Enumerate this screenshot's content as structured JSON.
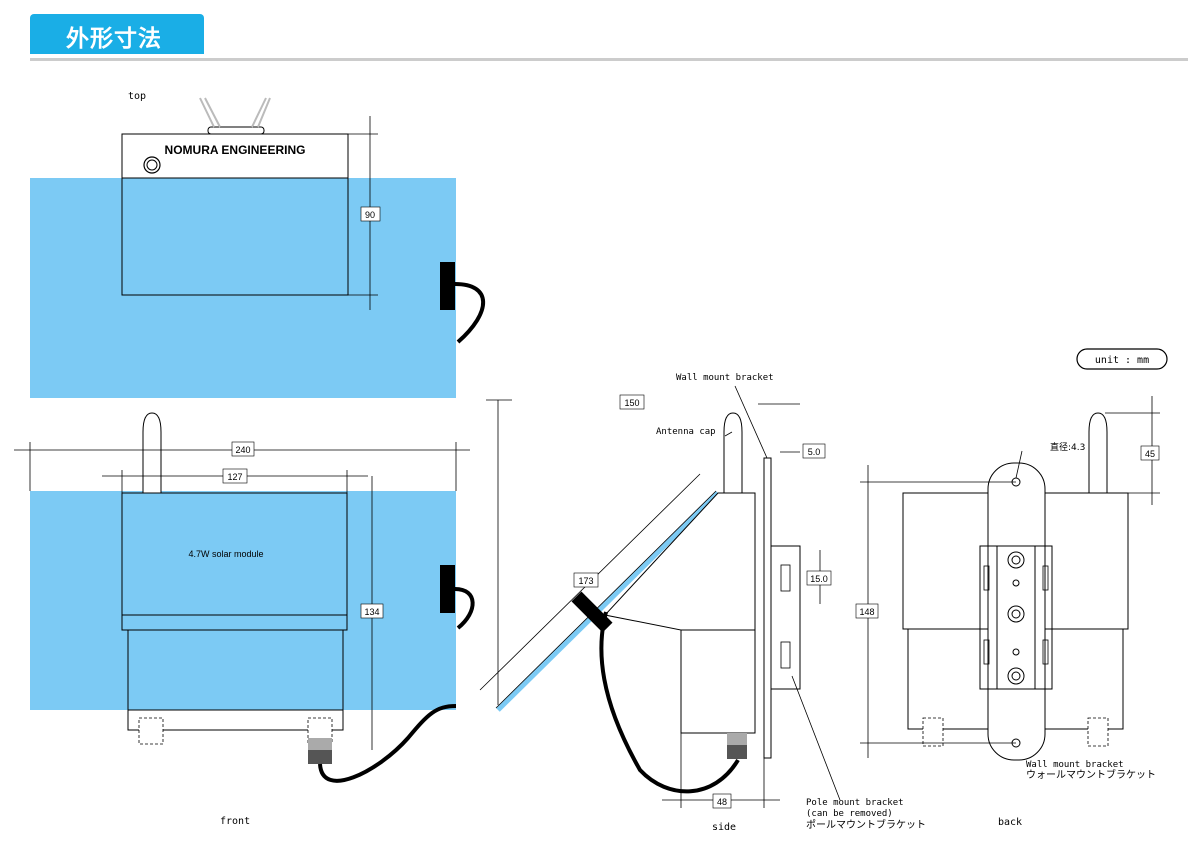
{
  "header": {
    "title": "外形寸法"
  },
  "views": {
    "top": "top",
    "front": "front",
    "side": "side",
    "back": "back"
  },
  "unit_label": "unit : mm",
  "brand": "NOMURA ENGINEERING",
  "solar_module": "4.7W solar module",
  "dimensions": {
    "top_depth": "90",
    "width": "240",
    "panel_width": "127",
    "front_height": "134",
    "tilt_height": "150",
    "panel_length": "173",
    "side_depth": "48",
    "bracket_thickness": "5.0",
    "slot": "15.0",
    "antenna": "45",
    "back_height": "148",
    "hole_diameter": "直径:4.3"
  },
  "callouts": {
    "wall_mount": "Wall mount bracket",
    "antenna_cap": "Antenna cap",
    "pole_mount": "Pole mount bracket",
    "pole_mount_note": "(can be removed)",
    "pole_mount_jp": "ポールマウントブラケット",
    "wall_mount_back": "Wall mount bracket",
    "wall_mount_jp": "ウォールマウントブラケット"
  },
  "colors": {
    "accent": "#1aaee6",
    "panel": "#7ccaf4",
    "line": "#000000"
  }
}
